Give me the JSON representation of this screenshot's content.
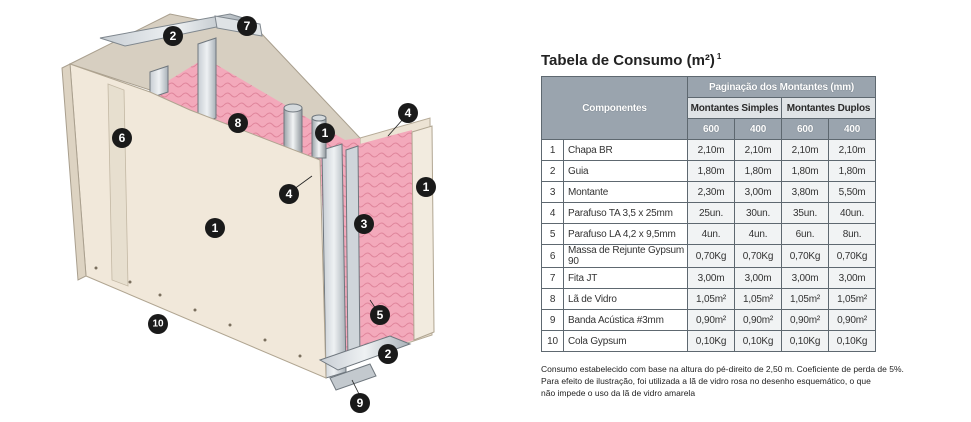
{
  "illustration": {
    "callouts": [
      "1",
      "1",
      "1",
      "2",
      "2",
      "3",
      "4",
      "4",
      "5",
      "6",
      "7",
      "8",
      "9",
      "10"
    ]
  },
  "table": {
    "title": "Tabela de Consumo (m²)",
    "title_sup": "1",
    "header": {
      "componentes": "Componentes",
      "group": "Paginação dos Montantes (mm)",
      "simples": "Montantes Simples",
      "duplos": "Montantes Duplos",
      "spacings": [
        "600",
        "400",
        "600",
        "400"
      ]
    },
    "rows": [
      {
        "n": "1",
        "name": "Chapa BR",
        "values": [
          "2,10m",
          "2,10m",
          "2,10m",
          "2,10m"
        ]
      },
      {
        "n": "2",
        "name": "Guia",
        "values": [
          "1,80m",
          "1,80m",
          "1,80m",
          "1,80m"
        ]
      },
      {
        "n": "3",
        "name": "Montante",
        "values": [
          "2,30m",
          "3,00m",
          "3,80m",
          "5,50m"
        ]
      },
      {
        "n": "4",
        "name": "Parafuso TA 3,5 x 25mm",
        "values": [
          "25un.",
          "30un.",
          "35un.",
          "40un."
        ]
      },
      {
        "n": "5",
        "name": "Parafuso LA 4,2 x 9,5mm",
        "values": [
          "4un.",
          "4un.",
          "6un.",
          "8un."
        ]
      },
      {
        "n": "6",
        "name": "Massa de Rejunte Gypsum 90",
        "values": [
          "0,70Kg",
          "0,70Kg",
          "0,70Kg",
          "0,70Kg"
        ]
      },
      {
        "n": "7",
        "name": "Fita JT",
        "values": [
          "3,00m",
          "3,00m",
          "3,00m",
          "3,00m"
        ]
      },
      {
        "n": "8",
        "name": "Lã de Vidro",
        "values": [
          "1,05m²",
          "1,05m²",
          "1,05m²",
          "1,05m²"
        ]
      },
      {
        "n": "9",
        "name": "Banda Acústica #3mm",
        "values": [
          "0,90m²",
          "0,90m²",
          "0,90m²",
          "0,90m²"
        ]
      },
      {
        "n": "10",
        "name": "Cola Gypsum",
        "values": [
          "0,10Kg",
          "0,10Kg",
          "0,10Kg",
          "0,10Kg"
        ]
      }
    ]
  },
  "notes": [
    "Consumo estabelecido com base na altura do pé-direito de 2,50 m. Coeficiente de perda de 5%.",
    "Para efeito de ilustração, foi utilizada a lã de vidro rosa no desenho esquemático, o que",
    "não impede o uso da lã de vidro amarela"
  ]
}
